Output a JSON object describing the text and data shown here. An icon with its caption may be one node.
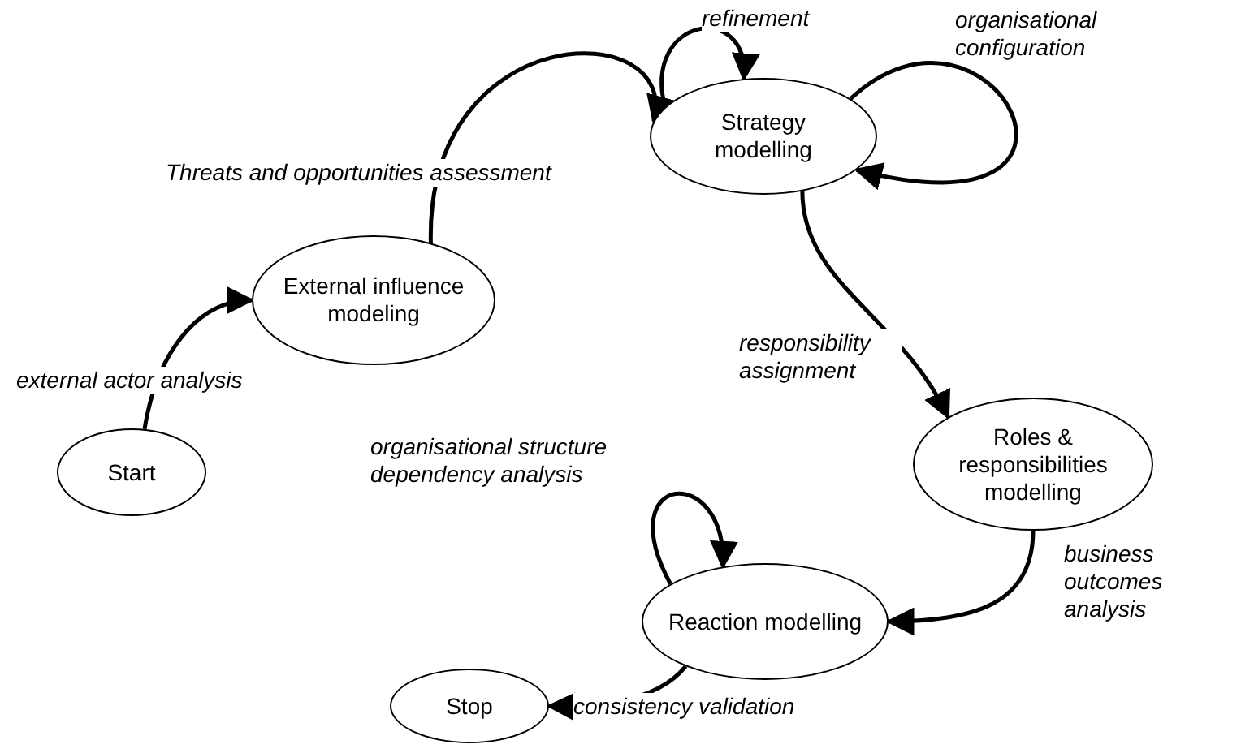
{
  "diagram": {
    "nodes": [
      {
        "text": [
          "Start"
        ]
      },
      {
        "text": [
          "External influence modeling"
        ]
      },
      {
        "text": [
          "Strategy modelling"
        ]
      },
      {
        "text": [
          "Roles & responsibilities modelling"
        ]
      },
      {
        "text": [
          "Reaction modelling"
        ]
      },
      {
        "text": [
          "Stop"
        ]
      }
    ],
    "edges": [
      {
        "from": 0,
        "to": 1,
        "arrow": "to",
        "label": "external actor analysis"
      },
      {
        "from": 1,
        "to": 2,
        "arrow": "to",
        "label": "Threats and opportunities assessment"
      },
      {
        "from": 2,
        "to": 2,
        "arrow": "to",
        "label": "refinement"
      },
      {
        "from": 2,
        "to": 2,
        "arrow": "to",
        "label": "organisational configuration"
      },
      {
        "from": 2,
        "to": 3,
        "arrow": "to",
        "label": "responsibility assignment"
      },
      {
        "from": 3,
        "to": 4,
        "arrow": "to",
        "label": "business outcomes analysis"
      },
      {
        "from": 4,
        "to": 4,
        "arrow": "to",
        "label": "organisational structure dependency analysis"
      },
      {
        "from": 4,
        "to": 5,
        "arrow": "to",
        "label": "consistency validation"
      }
    ]
  }
}
